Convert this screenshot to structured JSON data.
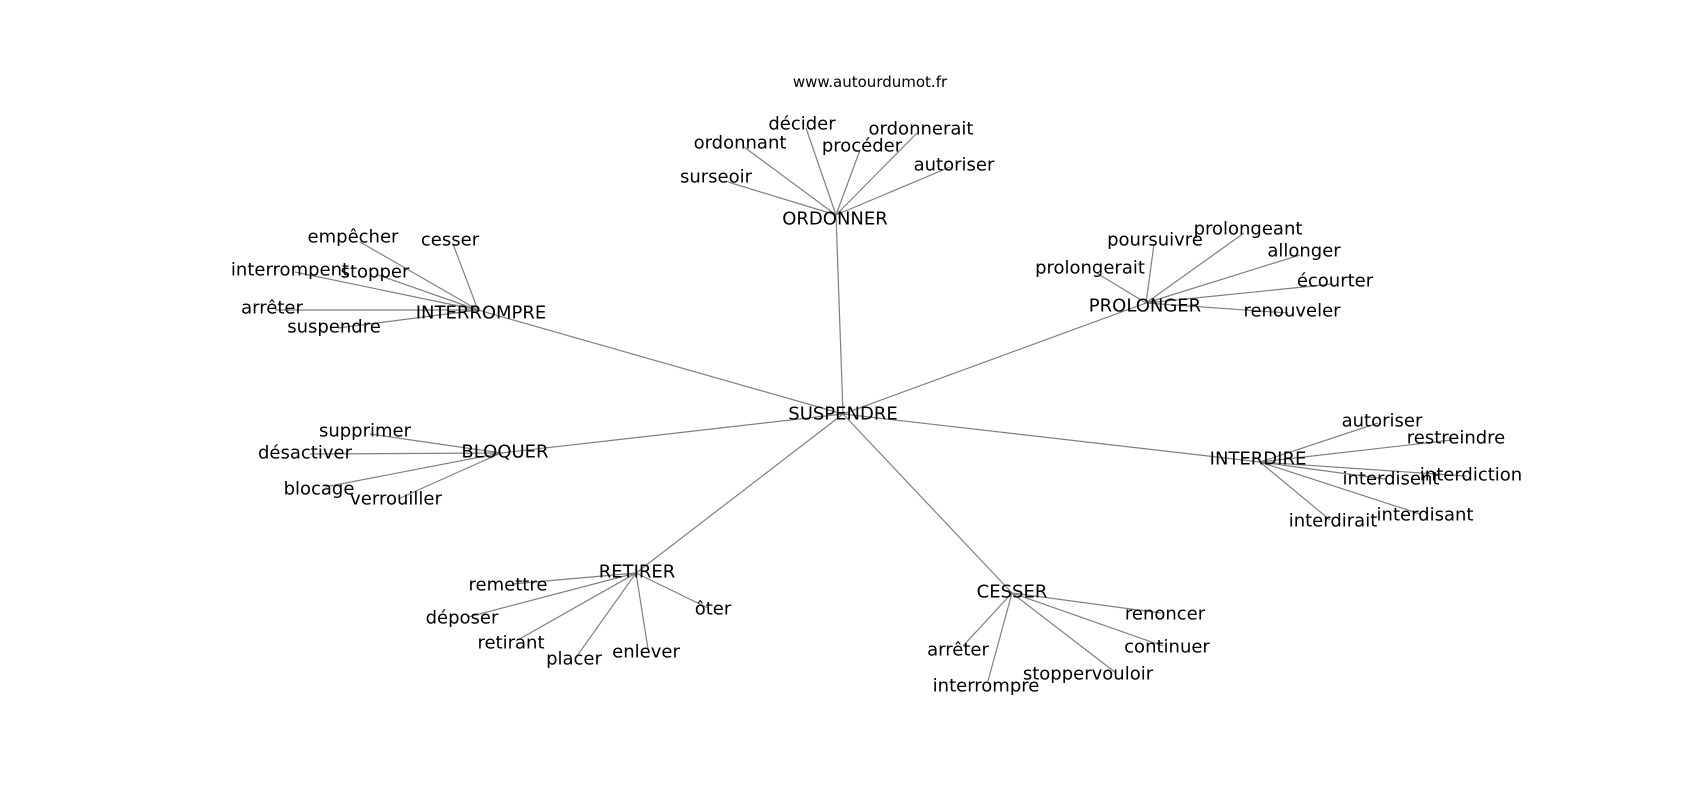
{
  "watermark": "www.autourdumot.fr",
  "colors": {
    "edge": "#808080",
    "text": "#000000",
    "background": "#ffffff"
  },
  "graph": {
    "center": "SUSPENDRE",
    "clusters": [
      {
        "hub": "ORDONNER",
        "leaves": [
          "décider",
          "ordonnerait",
          "ordonnant",
          "procéder",
          "autoriser",
          "surseoir"
        ]
      },
      {
        "hub": "INTERROMPRE",
        "leaves": [
          "empêcher",
          "cesser",
          "interrompent",
          "stopper",
          "arrêter",
          "suspendre"
        ]
      },
      {
        "hub": "PROLONGER",
        "leaves": [
          "prolongeant",
          "poursuivre",
          "allonger",
          "prolongerait",
          "écourter",
          "renouveler"
        ]
      },
      {
        "hub": "BLOQUER",
        "leaves": [
          "supprimer",
          "désactiver",
          "blocage",
          "verrouiller"
        ]
      },
      {
        "hub": "INTERDIRE",
        "leaves": [
          "autoriser",
          "restreindre",
          "interdisent",
          "interdiction",
          "interdisant",
          "interdirait"
        ]
      },
      {
        "hub": "RETIRER",
        "leaves": [
          "remettre",
          "déposer",
          "ôter",
          "retirant",
          "placer",
          "enlever"
        ]
      },
      {
        "hub": "CESSER",
        "leaves": [
          "renoncer",
          "continuer",
          "arrêter",
          "stoppervouloir",
          "interrompre"
        ]
      }
    ]
  }
}
